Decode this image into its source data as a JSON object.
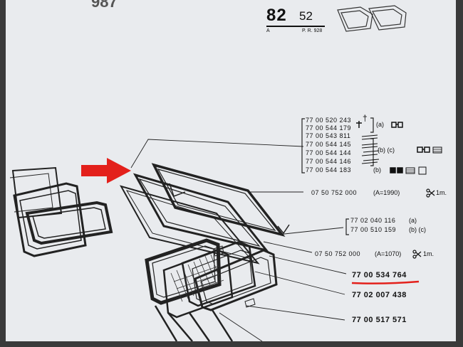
{
  "header": {
    "page_number": "82",
    "page_sub": "52",
    "variant_label": "A",
    "pr_label": "P. R. 928",
    "corner_fragment": "987"
  },
  "bracket_parts": [
    {
      "number": "77 00 520 243",
      "mark": "†"
    },
    {
      "number": "77 00 544 179",
      "mark": ""
    },
    {
      "number": "77 00 543 811",
      "mark": ""
    },
    {
      "number": "77 00 544 145",
      "mark": ""
    },
    {
      "number": "77 00 544 144",
      "mark": ""
    },
    {
      "number": "77 00 544 146",
      "mark": ""
    },
    {
      "number": "77 00 544 183",
      "mark": ""
    }
  ],
  "bracket_notes": {
    "a": "(a)",
    "bc": "(b) (c)",
    "b": "(b)"
  },
  "parts": [
    {
      "number": "07 50 752 000",
      "note": "(A=1990)",
      "suffix": "1m."
    },
    {
      "number": "77 02 040 116",
      "note": "(a)",
      "suffix": ""
    },
    {
      "number": "77 00 510 159",
      "note": "(b) (c)",
      "suffix": ""
    },
    {
      "number": "07 50 752 000",
      "note": "(A=1070)",
      "suffix": "1m."
    },
    {
      "number": "77 00 534 764",
      "note": "",
      "suffix": ""
    },
    {
      "number": "77 02 007 438",
      "note": "",
      "suffix": ""
    },
    {
      "number": "77 00 517 571",
      "note": "",
      "suffix": ""
    }
  ],
  "colors": {
    "paper": "#e9ebee",
    "ink": "#111111",
    "highlight": "#e3201b"
  }
}
